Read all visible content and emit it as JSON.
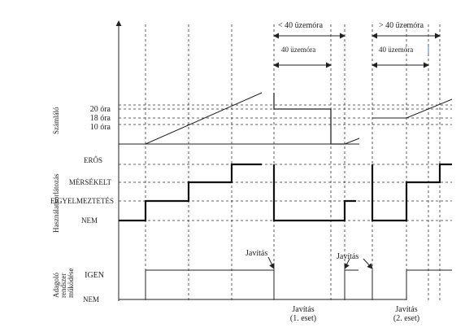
{
  "row_labels": {
    "counter": "Számláló",
    "restriction": "Használatkorlátozás",
    "dosing": "Adagoló rendszer működése"
  },
  "counter_levels": [
    "20 óra",
    "18 óra",
    "10 óra"
  ],
  "restriction_levels": [
    "ERŐS",
    "MÉRSÉKELT",
    "FIGYELMEZTETÉS",
    "NEM"
  ],
  "dosing_levels": [
    "IGEN",
    "NEM"
  ],
  "top_annotations": {
    "lt40": "< 40 üzemóra",
    "gt40": "> 40 üzemóra",
    "h40_a": "40 üzemóra",
    "h40_b": "40 üzemóra"
  },
  "repair_labels": {
    "javitas_1": "Javítás",
    "javitas_2": "Javítás"
  },
  "cases": {
    "case1_line1": "Javítás",
    "case1_line2": "(1. eset)",
    "case2_line1": "Javítás",
    "case2_line2": "(2. eset)"
  }
}
